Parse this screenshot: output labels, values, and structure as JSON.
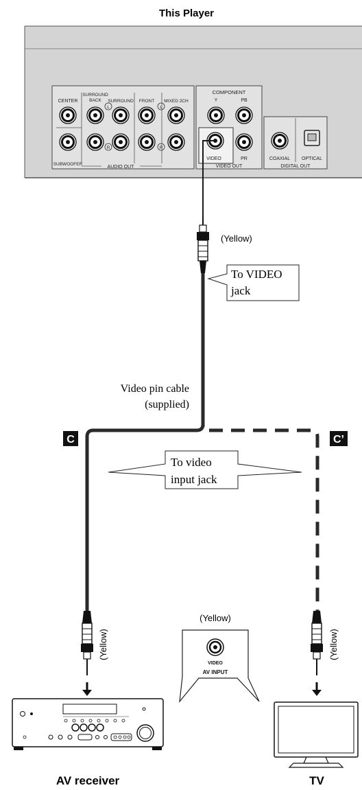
{
  "title": "This Player",
  "panel": {
    "audio_out": {
      "group_label": "AUDIO OUT",
      "center": "CENTER",
      "subwoofer": "SUBWOOFER",
      "surround_back_1": "SURROUND",
      "surround_back_2": "BACK",
      "surround": "SURROUND",
      "front": "FRONT",
      "mixed_2ch": "MIXED 2CH",
      "left_mark": "L",
      "right_mark": "R"
    },
    "video_out": {
      "component": "COMPONENT",
      "y": "Y",
      "pb": "PB",
      "pr": "PR",
      "video": "VIDEO",
      "group_label": "VIDEO OUT"
    },
    "digital_out": {
      "coaxial": "COAXIAL",
      "optical": "OPTICAL",
      "group_label": "DIGITAL OUT"
    }
  },
  "plug_top_color": "(Yellow)",
  "callout_video_jack_line1": "To VIDEO",
  "callout_video_jack_line2": "jack",
  "cable_label_line1": "Video pin cable",
  "cable_label_line2": "(supplied)",
  "badge_c": "C",
  "badge_c_prime": "C’",
  "callout_input_line1": "To video",
  "callout_input_line2": "input jack",
  "plug_left_color": "(Yellow)",
  "plug_right_color": "(Yellow)",
  "av_input": {
    "color_label": "(Yellow)",
    "jack_label": "VIDEO",
    "title": "AV INPUT"
  },
  "av_receiver_label": "AV receiver",
  "tv_label": "TV",
  "colors": {
    "panel_fill": "#d4d4d4",
    "cable": "#2a2a2a",
    "badge_bg": "#111111",
    "badge_text": "#ffffff"
  }
}
